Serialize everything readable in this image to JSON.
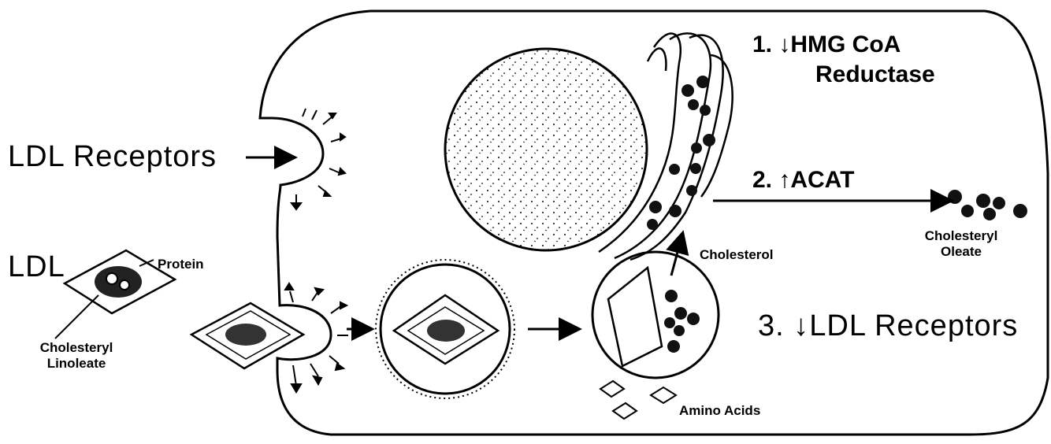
{
  "labels": {
    "ldl_receptors": "LDL Receptors",
    "ldl": "LDL",
    "protein": "Protein",
    "cholesteryl_linoleate_1": "Cholesteryl",
    "cholesteryl_linoleate_2": "Linoleate",
    "hmg_line1": "1. ↓HMG CoA",
    "hmg_line2": "Reductase",
    "acat": "2. ↑ACAT",
    "cholesteryl_oleate_1": "Cholesteryl",
    "cholesteryl_oleate_2": "Oleate",
    "cholesterol": "Cholesterol",
    "ldl_receptors_down": "3. ↓LDL Receptors",
    "amino_acids": "Amino Acids"
  }
}
